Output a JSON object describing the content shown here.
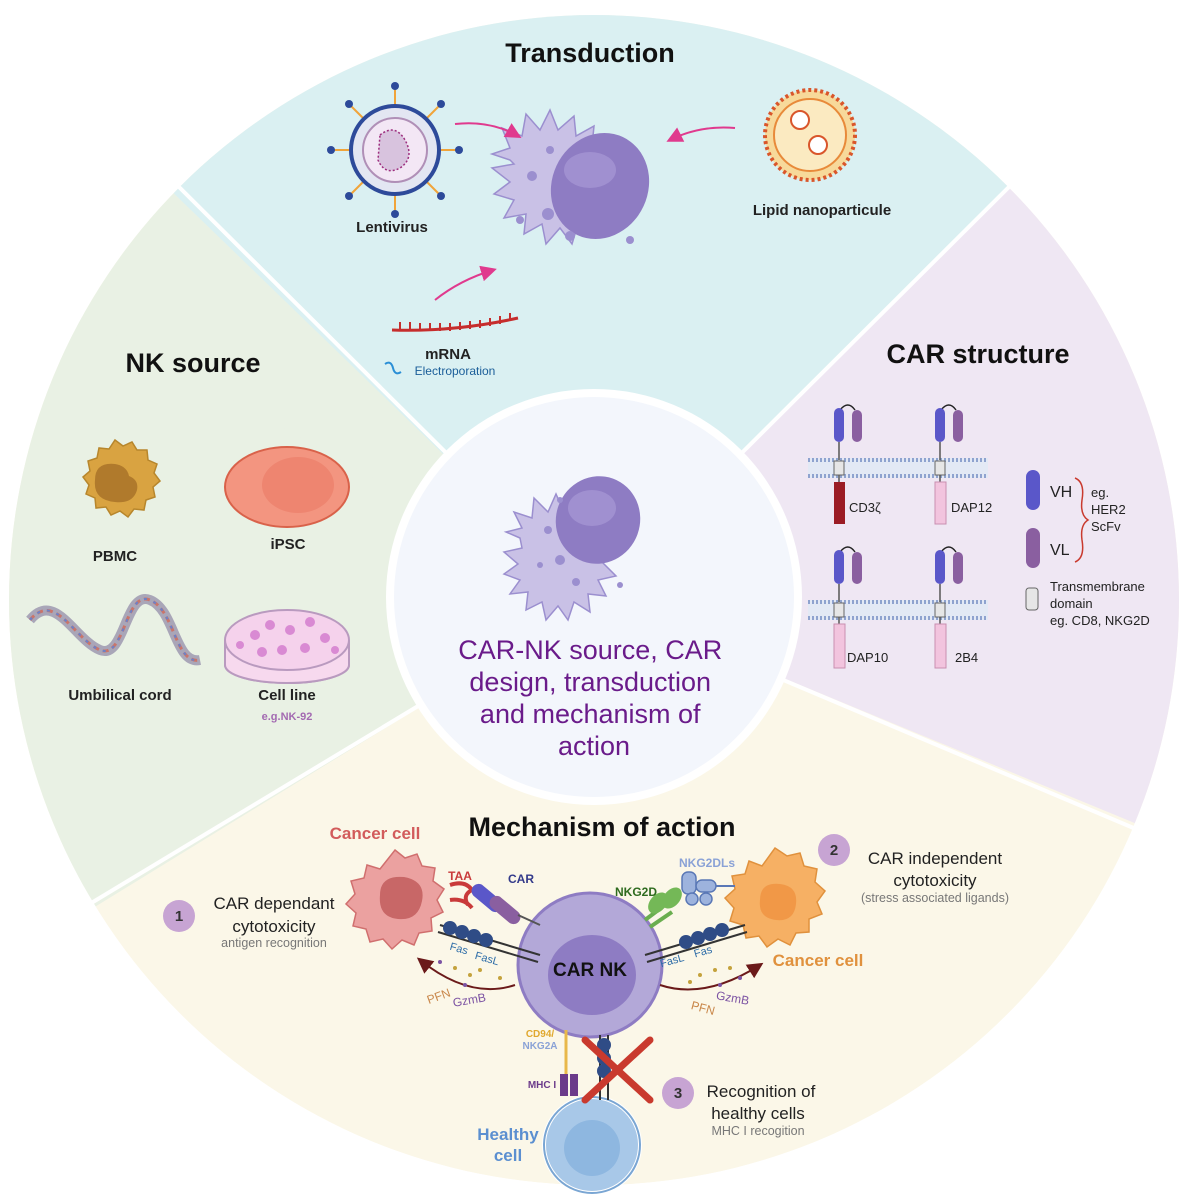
{
  "colors": {
    "transduction_bg": "#daf0f2",
    "nk_source_bg": "#e9f1e4",
    "car_structure_bg": "#efe7f3",
    "mechanism_bg": "#fbf7e8",
    "center_bg": "#f3f6fc",
    "center_text": "#6a1b8a",
    "nk_cell": "#b3a8d8",
    "nk_nucleus": "#8e7cc3",
    "cancer_left": "#e8908f",
    "cancer_right": "#f4a95b",
    "healthy_cell": "#8eb7e0",
    "vh": "#5a57c9",
    "vl": "#8a5fa0",
    "cd3z": "#9b1c24",
    "pink_domain": "#f2c4de",
    "badge": "#c7a4d3",
    "cross": "#c93a2e"
  },
  "center": {
    "text": [
      "CAR-NK source, CAR",
      "design, transduction",
      "and mechanism of",
      "action"
    ]
  },
  "transduction": {
    "title": "Transduction",
    "lentivirus": "Lentivirus",
    "lnp": "Lipid nanoparticule",
    "mrna": "mRNA",
    "electroporation": "Electroporation"
  },
  "nk_source": {
    "title": "NK source",
    "pbmc": "PBMC",
    "ipsc": "iPSC",
    "umbilical": "Umbilical cord",
    "cell_line": "Cell line",
    "cell_line_eg": "e.g.NK-92"
  },
  "car_structure": {
    "title": "CAR structure",
    "cd3z": "CD3ζ",
    "dap12": "DAP12",
    "dap10": "DAP10",
    "b24": "2B4",
    "vh": "VH",
    "vl": "VL",
    "eg": "eg.",
    "her2": "HER2",
    "scfv": "ScFv",
    "tm_line1": "Transmembrane",
    "tm_line2": "domain",
    "tm_line3": "eg. CD8, NKG2D"
  },
  "mechanism": {
    "title": "Mechanism of action",
    "cancer_cell_left": "Cancer cell",
    "cancer_cell_right": "Cancer cell",
    "car_nk": "CAR NK",
    "taa": "TAA",
    "car": "CAR",
    "nkg2d": "NKG2D",
    "nkg2dls": "NKG2DLs",
    "fas": "Fas",
    "fasl": "FasL",
    "pfn": "PFN",
    "gzmb": "GzmB",
    "cd94": "CD94/",
    "nkg2a": "NKG2A",
    "mhc": "MHC I",
    "healthy1": "Healthy",
    "healthy2": "cell",
    "num1": "1",
    "num2": "2",
    "num3": "3",
    "m1_line1": "CAR dependant",
    "m1_line2": "cytotoxicity",
    "m1_sub": "antigen recognition",
    "m2_line1": "CAR independent",
    "m2_line2": "cytotoxicity",
    "m2_sub": "(stress associated ligands)",
    "m3_line1": "Recognition of",
    "m3_line2": "healthy cells",
    "m3_sub": "MHC I recogition"
  }
}
